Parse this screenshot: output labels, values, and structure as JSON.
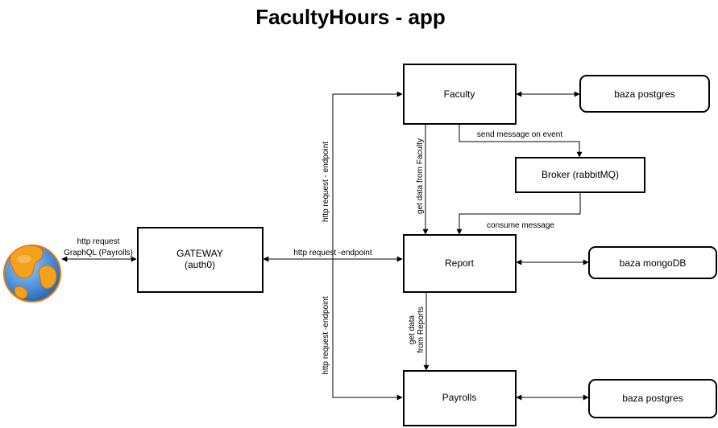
{
  "title": "FacultyHours - app",
  "nodes": {
    "faculty": "Faculty",
    "broker": "Broker (rabbitMQ)",
    "report": "Report",
    "payrolls": "Payrolls",
    "gateway_line1": "GATEWAY",
    "gateway_line2": "(auth0)",
    "db_faculty": "baza postgres",
    "db_report": "baza mongoDB",
    "db_payrolls": "baza postgres"
  },
  "edges": {
    "client_gateway_line1": "http request",
    "client_gateway_line2": "GraphQL (Payrolls)",
    "gateway_faculty": "http request - endpoint",
    "gateway_report": "http request -endpoint",
    "gateway_payrolls": "http request -endpoint",
    "faculty_broker": "send message on event",
    "broker_report": "consume message",
    "faculty_report": "get data from Faculty",
    "report_payrolls_line1": "get data",
    "report_payrolls_line2": "from Reports"
  },
  "icons": {
    "client": "globe-icon"
  },
  "colors": {
    "stroke": "#000000",
    "globe_ocean": "#4a90d9",
    "globe_land": "#f4a21e"
  }
}
